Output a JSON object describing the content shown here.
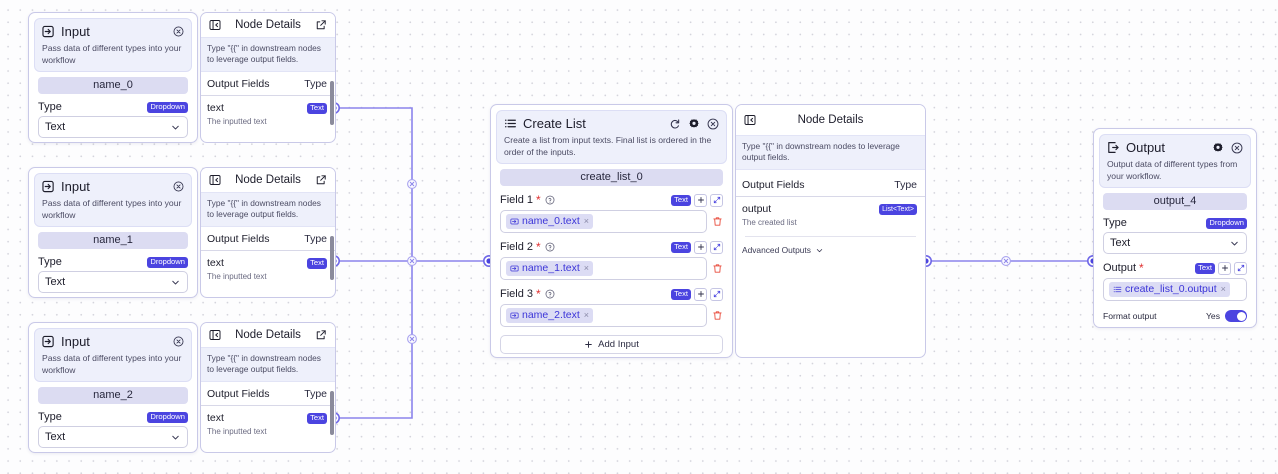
{
  "canvas": {
    "background": "#fdfdfe",
    "grid_dot_color": "#d4d4dc",
    "accent": "#4b44e0",
    "node_border": "#c9c9e8",
    "header_bg": "#eef0fb"
  },
  "details_panel": {
    "title": "Node Details",
    "collapse_icon": "panel-collapse-icon",
    "expand_icon": "external-link-icon",
    "tip": "Type \"{{\" in downstream nodes to leverage output fields.",
    "tip_wide": "Type \"{{\" in downstream nodes to leverage output fields.",
    "col_fields": "Output Fields",
    "col_type": "Type"
  },
  "input_nodes": [
    {
      "title": "Input",
      "icon": "input-arrow-icon",
      "close_icon": "close-circle-icon",
      "description": "Pass data of different types into your workflow",
      "name": "name_0",
      "type_label": "Type",
      "type_badge": "Dropdown",
      "type_value": "Text",
      "output_field": "text",
      "output_type": "Text",
      "output_desc": "The inputted text"
    },
    {
      "title": "Input",
      "icon": "input-arrow-icon",
      "close_icon": "close-circle-icon",
      "description": "Pass data of different types into your workflow",
      "name": "name_1",
      "type_label": "Type",
      "type_badge": "Dropdown",
      "type_value": "Text",
      "output_field": "text",
      "output_type": "Text",
      "output_desc": "The inputted text"
    },
    {
      "title": "Input",
      "icon": "input-arrow-icon",
      "close_icon": "close-circle-icon",
      "description": "Pass data of different types into your workflow",
      "name": "name_2",
      "type_label": "Type",
      "type_badge": "Dropdown",
      "type_value": "Text",
      "output_field": "text",
      "output_type": "Text",
      "output_desc": "The inputted text"
    }
  ],
  "create_list": {
    "title": "Create List",
    "icon": "list-icon",
    "refresh_icon": "refresh-icon",
    "settings_icon": "gear-icon",
    "close_icon": "close-circle-icon",
    "description": "Create a list from input texts. Final list is ordered in the order of the inputs.",
    "name": "create_list_0",
    "fields": [
      {
        "label": "Field 1",
        "required": "*",
        "help_icon": "help-circle-icon",
        "badge": "Text",
        "add_icon": "plus-icon",
        "expand_icon": "expand-icon",
        "token": "name_0.text",
        "token_icon": "variable-icon",
        "token_remove": "×",
        "delete_icon": "trash-icon"
      },
      {
        "label": "Field 2",
        "required": "*",
        "help_icon": "help-circle-icon",
        "badge": "Text",
        "add_icon": "plus-icon",
        "expand_icon": "expand-icon",
        "token": "name_1.text",
        "token_icon": "variable-icon",
        "token_remove": "×",
        "delete_icon": "trash-icon"
      },
      {
        "label": "Field 3",
        "required": "*",
        "help_icon": "help-circle-icon",
        "badge": "Text",
        "add_icon": "plus-icon",
        "expand_icon": "expand-icon",
        "token": "name_2.text",
        "token_icon": "variable-icon",
        "token_remove": "×",
        "delete_icon": "trash-icon"
      }
    ],
    "add_input_label": "Add Input",
    "add_input_icon": "plus-icon"
  },
  "create_list_details": {
    "title": "Node Details",
    "tip": "Type \"{{\" in downstream nodes to leverage output fields.",
    "col_fields": "Output Fields",
    "col_type": "Type",
    "output_field": "output",
    "output_type": "List<Text>",
    "output_desc": "The created list",
    "advanced_outputs": "Advanced Outputs",
    "advanced_chevron": "chevron-down-icon"
  },
  "output_node": {
    "title": "Output",
    "icon": "output-arrow-icon",
    "settings_icon": "gear-icon",
    "close_icon": "close-circle-icon",
    "description": "Output data of different types from your workflow.",
    "name": "output_4",
    "type_label": "Type",
    "type_badge": "Dropdown",
    "type_value": "Text",
    "output_label": "Output",
    "output_required": "*",
    "output_badge": "Text",
    "add_icon": "plus-icon",
    "expand_icon": "expand-icon",
    "token": "create_list_0.output",
    "token_icon": "list-icon",
    "token_remove": "×",
    "format_label": "Format output",
    "format_value": "Yes",
    "format_on": true
  }
}
